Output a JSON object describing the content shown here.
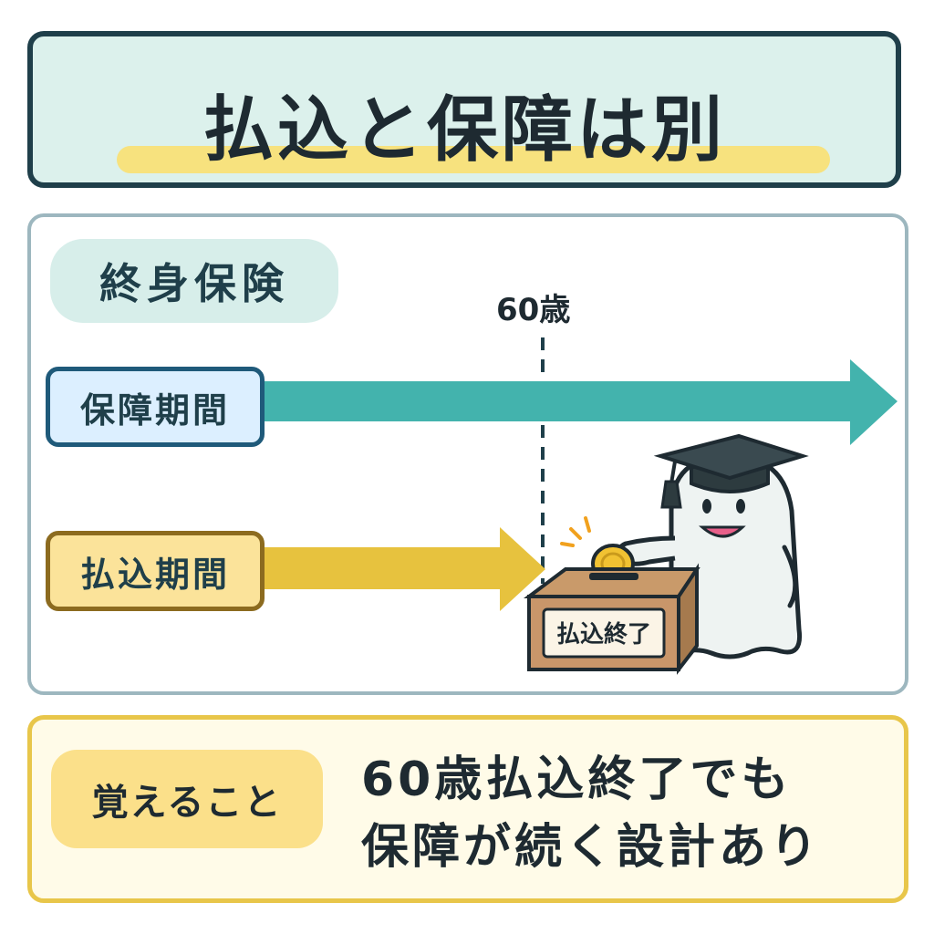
{
  "title": "払込と保障は別",
  "category": "終身保険",
  "timeline": {
    "age_marker": "60歳",
    "coverage_label": "保障期間",
    "payment_label": "払込期間"
  },
  "illustration": {
    "box_label": "払込終了",
    "character": "ghost-graduate",
    "items": [
      "coin-icon",
      "graduation-cap-icon",
      "donation-box-icon"
    ]
  },
  "footer": {
    "badge": "覚えること",
    "line1": "60歳払込終了でも",
    "line2": "保障が続く設計あり"
  },
  "colors": {
    "coverage_arrow": "#43b3ad",
    "payment_arrow": "#e7c23e",
    "title_bg": "#dcf1ec",
    "footer_border": "#e8c64a"
  }
}
